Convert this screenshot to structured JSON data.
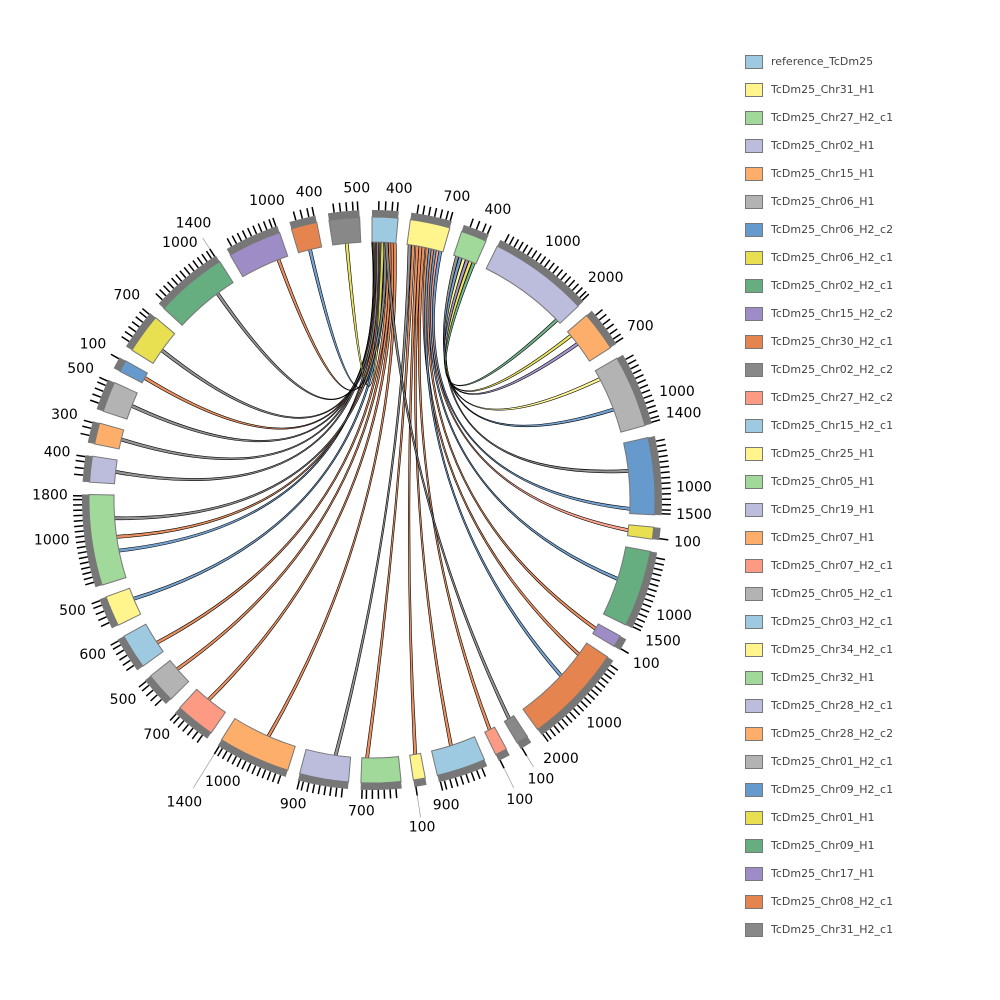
{
  "chart_data": {
    "type": "circos",
    "tick_step": 100,
    "sectors": [
      {
        "name": "reference_TcDm25",
        "length": 400,
        "color": "#9ecae1"
      },
      {
        "name": "TcDm25_Chr31_H1",
        "length": 700,
        "color": "#fff58c"
      },
      {
        "name": "TcDm25_Chr27_H2_c1",
        "length": 400,
        "color": "#a1d99b"
      },
      {
        "name": "TcDm25_Chr02_H1",
        "length": 2000,
        "color": "#bcbddc"
      },
      {
        "name": "TcDm25_Chr15_H1",
        "length": 700,
        "color": "#fdae6b"
      },
      {
        "name": "TcDm25_Chr06_H1",
        "length": 1400,
        "color": "#b3b3b3"
      },
      {
        "name": "TcDm25_Chr06_H2_c2",
        "length": 1500,
        "color": "#6699cc"
      },
      {
        "name": "TcDm25_Chr06_H2_c1",
        "length": 100,
        "color": "#e8e050"
      },
      {
        "name": "TcDm25_Chr02_H2_c1",
        "length": 1500,
        "color": "#66ad80"
      },
      {
        "name": "TcDm25_Chr15_H2_c2",
        "length": 100,
        "color": "#9e8cc6"
      },
      {
        "name": "TcDm25_Chr30_H2_c1",
        "length": 2000,
        "color": "#e6844f"
      },
      {
        "name": "TcDm25_Chr02_H2_c2",
        "length": 100,
        "color": "#888888"
      },
      {
        "name": "TcDm25_Chr27_H2_c2",
        "length": 100,
        "color": "#fc9a84"
      },
      {
        "name": "TcDm25_Chr15_H2_c1",
        "length": 900,
        "color": "#9ecae1"
      },
      {
        "name": "TcDm25_Chr25_H1",
        "length": 100,
        "color": "#fff58c"
      },
      {
        "name": "TcDm25_Chr05_H1",
        "length": 700,
        "color": "#a1d99b"
      },
      {
        "name": "TcDm25_Chr19_H1",
        "length": 900,
        "color": "#bcbddc"
      },
      {
        "name": "TcDm25_Chr07_H1",
        "length": 1400,
        "color": "#fdae6b"
      },
      {
        "name": "TcDm25_Chr07_H2_c1",
        "length": 700,
        "color": "#fc9a84"
      },
      {
        "name": "TcDm25_Chr05_H2_c1",
        "length": 500,
        "color": "#b3b3b3"
      },
      {
        "name": "TcDm25_Chr03_H2_c1",
        "length": 600,
        "color": "#9ecae1"
      },
      {
        "name": "TcDm25_Chr34_H2_c1",
        "length": 500,
        "color": "#fff58c"
      },
      {
        "name": "TcDm25_Chr32_H1",
        "length": 1800,
        "color": "#a1d99b"
      },
      {
        "name": "TcDm25_Chr28_H2_c1",
        "length": 400,
        "color": "#bcbddc"
      },
      {
        "name": "TcDm25_Chr28_H2_c2",
        "length": 300,
        "color": "#fdae6b"
      },
      {
        "name": "TcDm25_Chr01_H2_c1",
        "length": 500,
        "color": "#b3b3b3"
      },
      {
        "name": "TcDm25_Chr09_H2_c1",
        "length": 100,
        "color": "#6699cc"
      },
      {
        "name": "TcDm25_Chr01_H1",
        "length": 700,
        "color": "#e8e050"
      },
      {
        "name": "TcDm25_Chr09_H1",
        "length": 1400,
        "color": "#66ad80"
      },
      {
        "name": "TcDm25_Chr17_H1",
        "length": 1000,
        "color": "#9e8cc6"
      },
      {
        "name": "TcDm25_Chr08_H2_c1",
        "length": 400,
        "color": "#e6844f"
      },
      {
        "name": "TcDm25_Chr31_H2_c1",
        "length": 500,
        "color": "#888888"
      }
    ],
    "links": [
      {
        "from": 0,
        "fpos": 50,
        "to": 22,
        "tpos": 600,
        "color": "#6699cc"
      },
      {
        "from": 0,
        "fpos": 120,
        "to": 22,
        "tpos": 900,
        "color": "#e6844f"
      },
      {
        "from": 0,
        "fpos": 200,
        "to": 21,
        "tpos": 300,
        "color": "#6699cc"
      },
      {
        "from": 0,
        "fpos": 260,
        "to": 20,
        "tpos": 200,
        "color": "#e6844f"
      },
      {
        "from": 0,
        "fpos": 300,
        "to": 19,
        "tpos": 300,
        "color": "#e6844f"
      },
      {
        "from": 0,
        "fpos": 340,
        "to": 18,
        "tpos": 400,
        "color": "#e6844f"
      },
      {
        "from": 0,
        "fpos": 380,
        "to": 17,
        "tpos": 600,
        "color": "#e6844f"
      },
      {
        "from": 1,
        "fpos": 50,
        "to": 16,
        "tpos": 300,
        "color": "#888888"
      },
      {
        "from": 1,
        "fpos": 120,
        "to": 15,
        "tpos": 600,
        "color": "#e6844f"
      },
      {
        "from": 1,
        "fpos": 200,
        "to": 14,
        "tpos": 50,
        "color": "#e6844f"
      },
      {
        "from": 1,
        "fpos": 260,
        "to": 13,
        "tpos": 500,
        "color": "#e6844f"
      },
      {
        "from": 1,
        "fpos": 320,
        "to": 12,
        "tpos": 50,
        "color": "#e6844f"
      },
      {
        "from": 1,
        "fpos": 400,
        "to": 10,
        "tpos": 300,
        "color": "#e6844f"
      },
      {
        "from": 1,
        "fpos": 450,
        "to": 10,
        "tpos": 900,
        "color": "#6699cc"
      },
      {
        "from": 1,
        "fpos": 500,
        "to": 9,
        "tpos": 50,
        "color": "#e6844f"
      },
      {
        "from": 1,
        "fpos": 550,
        "to": 8,
        "tpos": 700,
        "color": "#6699cc"
      },
      {
        "from": 1,
        "fpos": 600,
        "to": 7,
        "tpos": 50,
        "color": "#fc9a84"
      },
      {
        "from": 1,
        "fpos": 650,
        "to": 6,
        "tpos": 1400,
        "color": "#6699cc"
      },
      {
        "from": 2,
        "fpos": 60,
        "to": 6,
        "tpos": 600,
        "color": "#888888"
      },
      {
        "from": 2,
        "fpos": 120,
        "to": 5,
        "tpos": 900,
        "color": "#6699cc"
      },
      {
        "from": 2,
        "fpos": 180,
        "to": 5,
        "tpos": 200,
        "color": "#fff58c"
      },
      {
        "from": 2,
        "fpos": 240,
        "to": 4,
        "tpos": 300,
        "color": "#9e8cc6"
      },
      {
        "from": 2,
        "fpos": 300,
        "to": 4,
        "tpos": 100,
        "color": "#e8e050"
      },
      {
        "from": 2,
        "fpos": 360,
        "to": 3,
        "tpos": 1900,
        "color": "#66ad80"
      },
      {
        "from": 0,
        "fpos": 20,
        "to": 23,
        "tpos": 200,
        "color": "#888888"
      },
      {
        "from": 0,
        "fpos": 30,
        "to": 24,
        "tpos": 150,
        "color": "#888888"
      },
      {
        "from": 0,
        "fpos": 40,
        "to": 25,
        "tpos": 250,
        "color": "#888888"
      },
      {
        "from": 0,
        "fpos": 60,
        "to": 26,
        "tpos": 50,
        "color": "#e6844f"
      },
      {
        "from": 0,
        "fpos": 80,
        "to": 27,
        "tpos": 300,
        "color": "#888888"
      },
      {
        "from": 0,
        "fpos": 100,
        "to": 28,
        "tpos": 1000,
        "color": "#888888"
      },
      {
        "from": 0,
        "fpos": 140,
        "to": 29,
        "tpos": 800,
        "color": "#e6844f"
      },
      {
        "from": 0,
        "fpos": 160,
        "to": 30,
        "tpos": 200,
        "color": "#6699cc"
      },
      {
        "from": 0,
        "fpos": 180,
        "to": 31,
        "tpos": 250,
        "color": "#e8e050"
      },
      {
        "from": 0,
        "fpos": 220,
        "to": 22,
        "tpos": 1300,
        "color": "#888888"
      },
      {
        "from": 0,
        "fpos": 240,
        "to": 11,
        "tpos": 50,
        "color": "#888888"
      }
    ]
  }
}
